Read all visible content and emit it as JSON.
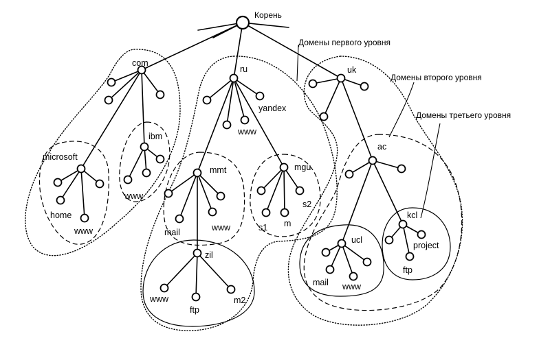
{
  "root_label": "Корень",
  "captions": {
    "level1": "Домены первого уровня",
    "level2": "Домены второго уровня",
    "level3": "Домены третьего уровня"
  },
  "labels": {
    "com": "com",
    "ru": "ru",
    "uk": "uk",
    "microsoft": "microsoft",
    "ibm": "ibm",
    "yandex": "yandex",
    "www_ru": "www",
    "mmt": "mmt",
    "mgu": "mgu",
    "ac": "ac",
    "home": "home",
    "www_ms": "www",
    "www_ibm": "www",
    "mail_mmt": "mail",
    "www_mmt": "www",
    "s1": "s1",
    "m": "m",
    "s2": "s2",
    "zil": "zil",
    "www_zil": "www",
    "ftp_zil": "ftp",
    "m2": "m2",
    "ucl": "ucl",
    "mail_ucl": "mail",
    "www_ucl": "www",
    "kcl": "kcl",
    "project": "project",
    "ftp_kcl": "ftp"
  }
}
